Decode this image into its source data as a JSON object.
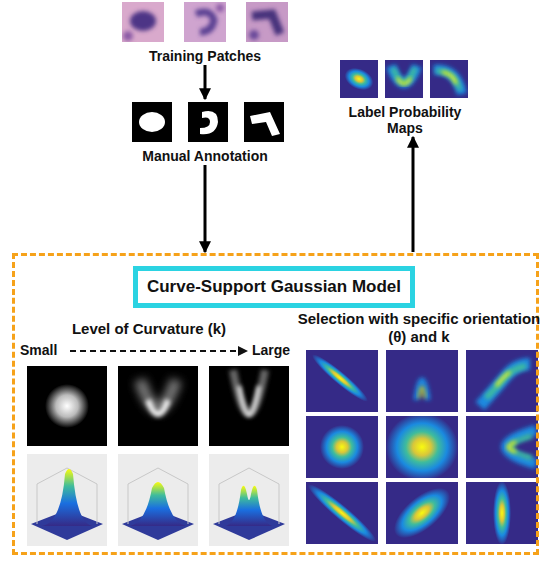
{
  "diagram": {
    "nodes": [
      {
        "text": [
          "Training Patches"
        ]
      },
      {
        "text": [
          "Manual Annotation"
        ]
      },
      {
        "text": [
          "Label Probability Maps"
        ]
      },
      {
        "text": [
          "Level of Curvature (k)",
          "Selection with specific orientation (θ) and k"
        ]
      },
      {
        "text": [
          "Curve-Support Gaussian Model"
        ],
        "in": 3
      }
    ],
    "edges": [
      {
        "from": 0,
        "to": 1,
        "arrow": "to"
      },
      {
        "from": 1,
        "to": 3,
        "arrow": "to"
      },
      {
        "from": 3,
        "to": 2,
        "arrow": "to"
      }
    ],
    "labels": [
      "Small",
      "Large"
    ]
  }
}
